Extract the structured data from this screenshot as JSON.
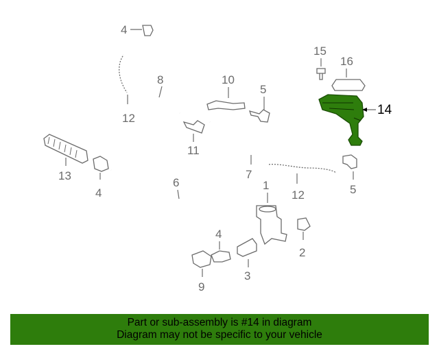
{
  "diagram": {
    "highlight_color": "#2e7d0c",
    "callouts": {
      "c1": "1",
      "c2": "2",
      "c3": "3",
      "c4a": "4",
      "c4b": "4",
      "c4c": "4",
      "c5a": "5",
      "c5b": "5",
      "c6": "6",
      "c7": "7",
      "c8": "8",
      "c9": "9",
      "c10": "10",
      "c11": "11",
      "c12a": "12",
      "c12b": "12",
      "c13": "13",
      "c14": "14",
      "c15": "15",
      "c16": "16"
    }
  },
  "footer": {
    "line1": "Part or sub-assembly is #14 in diagram",
    "line2": "Diagram may not be specific to your vehicle"
  }
}
